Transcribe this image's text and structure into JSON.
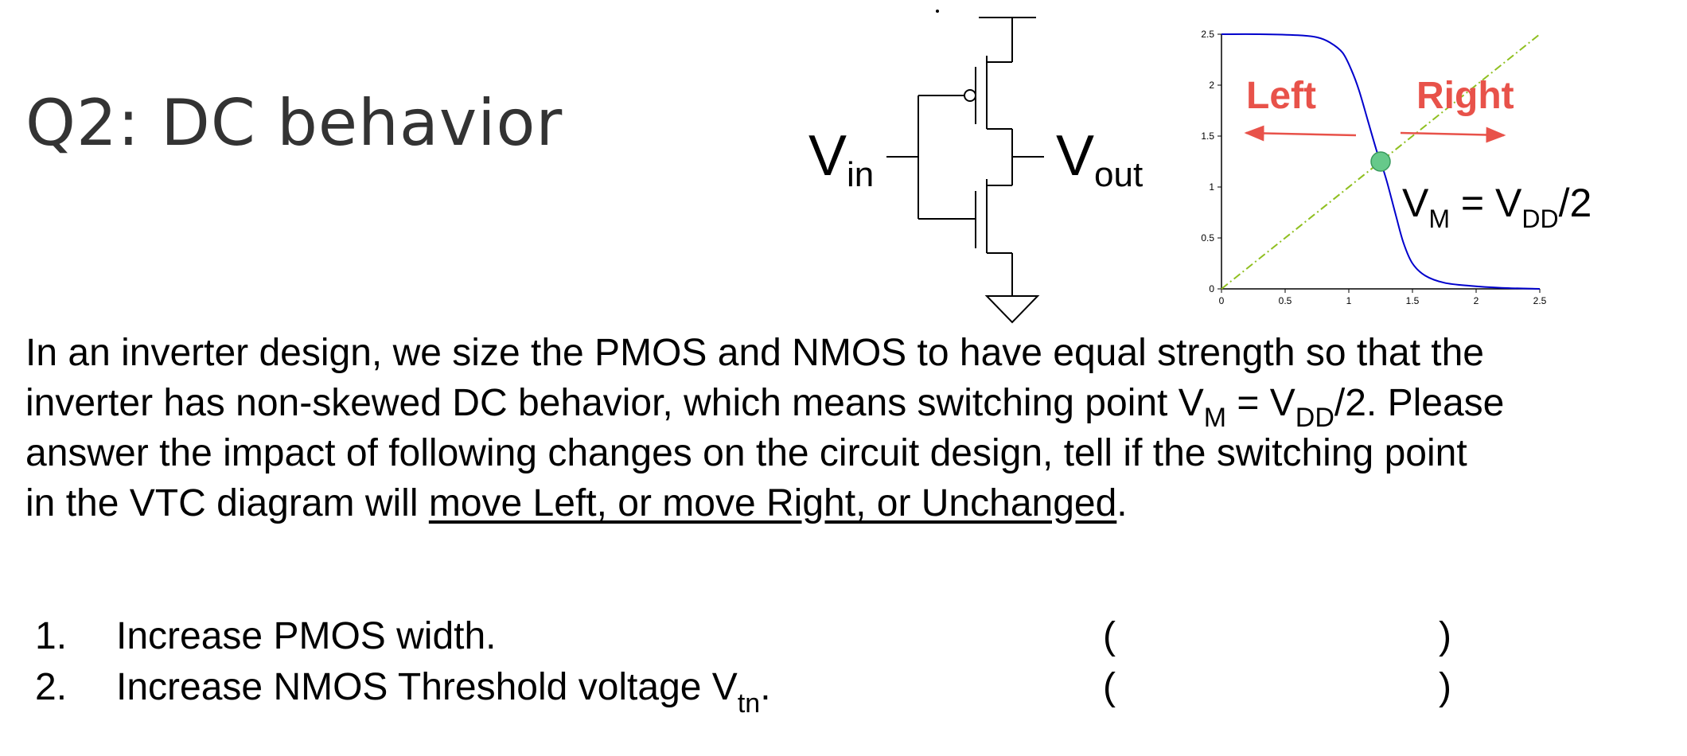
{
  "title": "Q2: DC behavior",
  "circuit": {
    "vin_main": "V",
    "vin_sub": "in",
    "vout_main": "V",
    "vout_sub": "out"
  },
  "vtc": {
    "left_label": "Left",
    "right_label": "Right",
    "vm_label": {
      "v": "V",
      "m_sub": "M",
      "eq": " = V",
      "dd_sub": "DD",
      "tail": "/2"
    },
    "label_color": "#e8524a",
    "curve_color": "#0000cc",
    "diagonal_color": "#8fbf1f",
    "point_color": "#66c98a"
  },
  "chart_data": {
    "type": "line",
    "xlim": [
      0,
      2.5
    ],
    "ylim": [
      0,
      2.5
    ],
    "x_ticks": [
      "0",
      "0.5",
      "1",
      "1.5",
      "2",
      "2.5"
    ],
    "y_ticks": [
      "0",
      "0.5",
      "1",
      "1.5",
      "2",
      "2.5"
    ],
    "series": [
      {
        "type": "line",
        "x": [
          0,
          0.3,
          0.6,
          0.75,
          0.85,
          0.95,
          1.02,
          1.08,
          1.15,
          1.22,
          1.25,
          1.3,
          1.37,
          1.43,
          1.5,
          1.6,
          1.75,
          1.95,
          2.2,
          2.5
        ],
        "y": [
          2.5,
          2.5,
          2.49,
          2.47,
          2.42,
          2.32,
          2.15,
          1.95,
          1.65,
          1.35,
          1.25,
          1.05,
          0.72,
          0.45,
          0.25,
          0.13,
          0.06,
          0.03,
          0.01,
          0.0
        ]
      },
      {
        "type": "line",
        "x": [
          0,
          2.5
        ],
        "y": [
          0,
          2.5
        ]
      }
    ],
    "marker": {
      "x": 1.25,
      "y": 1.25
    }
  },
  "paragraph": {
    "line1": "In an inverter design, we size the PMOS and NMOS to have equal strength so that the",
    "line2_a": "inverter has non-skewed DC behavior, which means switching point V",
    "line2_m": "M",
    "line2_b": " = V",
    "line2_dd": "DD",
    "line2_c": "/2. Please",
    "line3": "answer the impact of following changes on the circuit design, tell if the switching point",
    "line4_a": "in the VTC diagram will ",
    "line4_u": "move Left, or move Right, or Unchanged",
    "line4_b": "."
  },
  "questions": [
    {
      "num": "1.",
      "text": "Increase PMOS width."
    },
    {
      "num": "2.",
      "text_a": "Increase NMOS Threshold voltage V",
      "sub": "tn",
      "text_b": "."
    }
  ],
  "parens": {
    "open": "(",
    "close": ")"
  }
}
